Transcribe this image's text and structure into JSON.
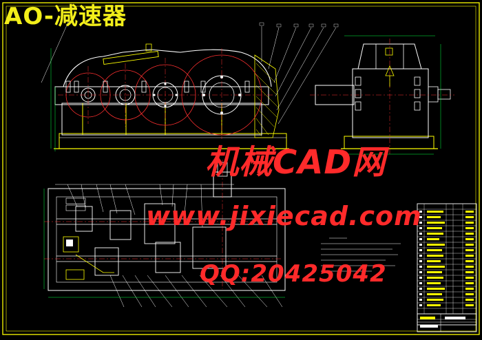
{
  "drawing": {
    "title": "AO-减速器",
    "colors": {
      "background": "#000000",
      "frame": "#ffff00",
      "outline": "#ffffff",
      "center_line": "#ff3030",
      "dimension": "#00ff40",
      "hatch": "#ffff00",
      "watermark": "#ff2a2a"
    }
  },
  "watermark": {
    "line1": "机械CAD网",
    "line2": "www.jixiecad.com",
    "line3": "QQ:20425042"
  }
}
